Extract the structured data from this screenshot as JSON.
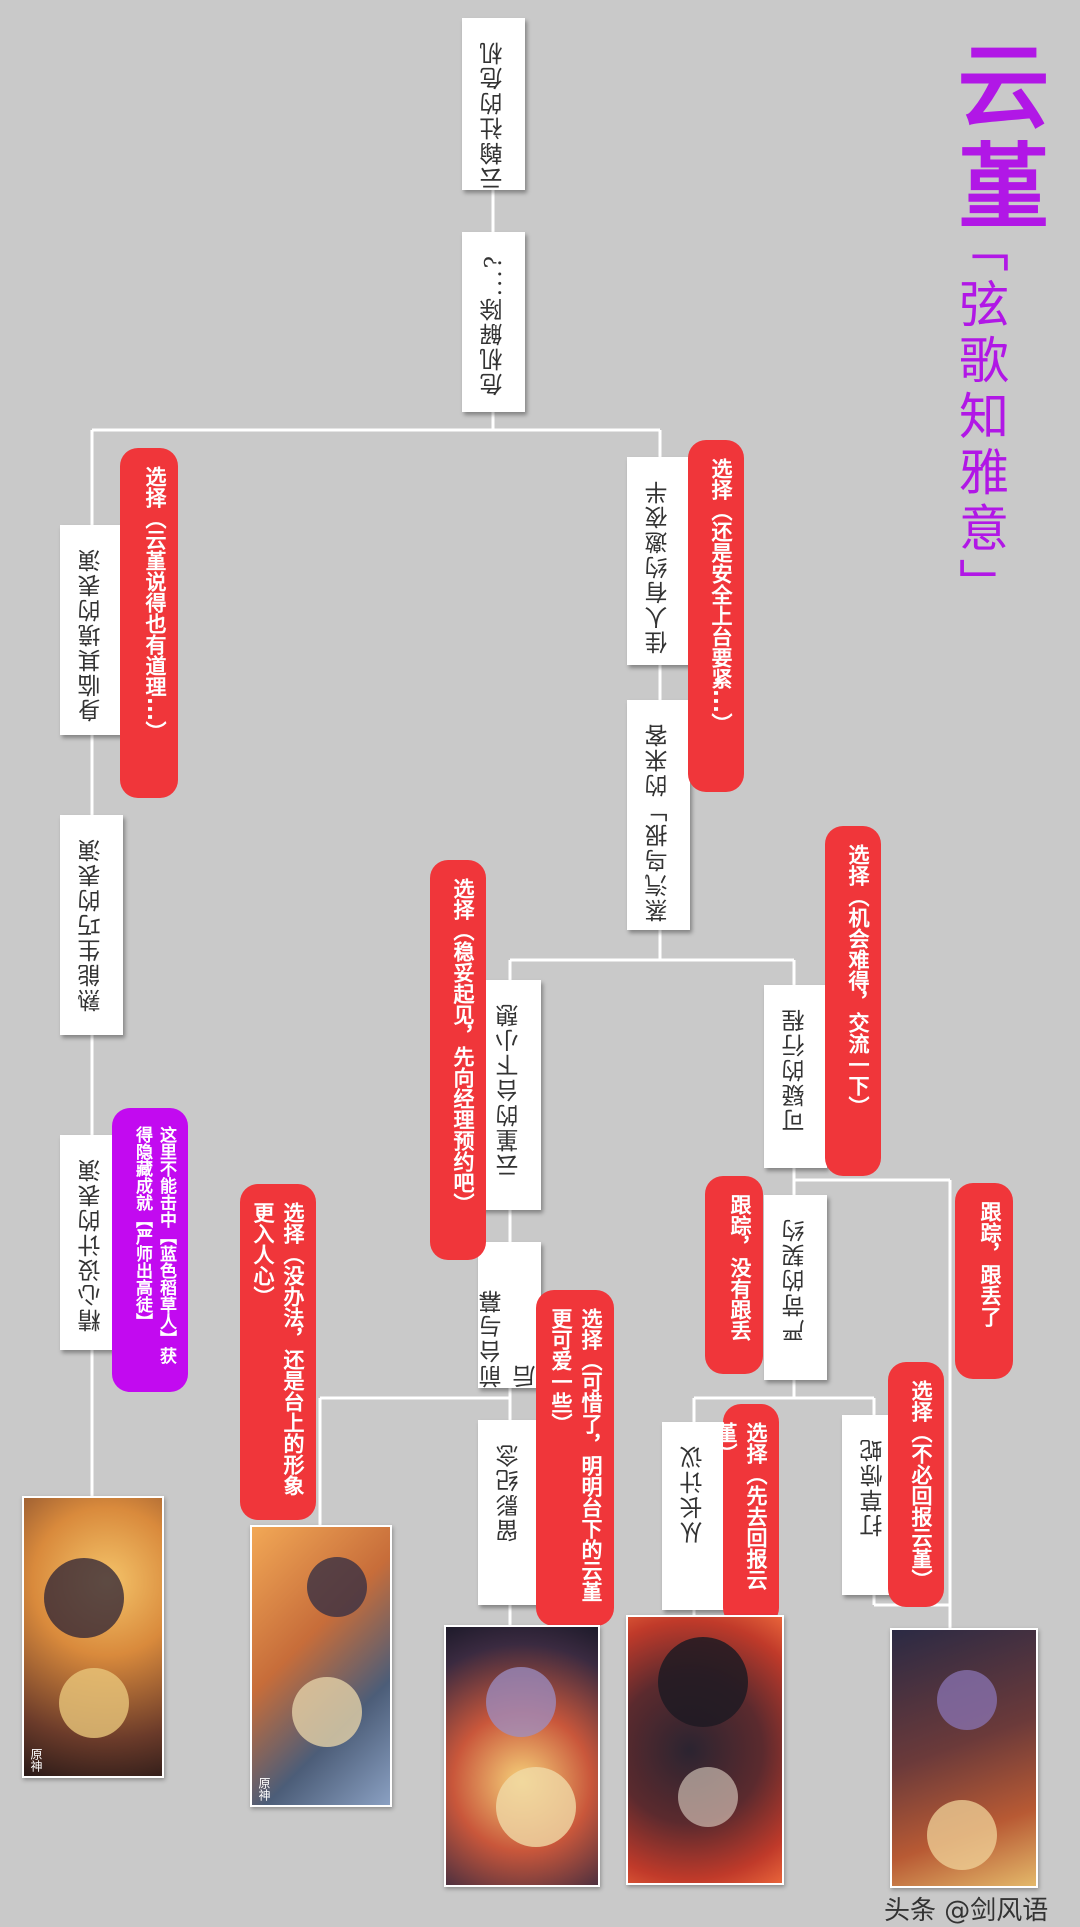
{
  "title": {
    "main": "云堇",
    "sub": "「弦歌知雅意」"
  },
  "nodes": {
    "n1": "云翰社的危机",
    "n2": "危机解除...?",
    "n3": "佳人有约邀夜半",
    "n4": "身临其境的表演",
    "n5": "蒸汽鸟报」的来客",
    "n6": "熟能生巧的表演",
    "n7": "可疑的行程",
    "n8": "云堇的台下小憩",
    "n9": "精心设计的表演",
    "n10": "严苛的契约",
    "n11": "前台与幕后",
    "n12": "从长计议",
    "n13": "打草惊蛇",
    "n14": "留影纪念"
  },
  "choices": {
    "c1": "选择（还是安全上台要紧...）",
    "c2": "选择（云堇说得也有道理...）",
    "c3": "选择（机会难得，交流一下）",
    "c4": "选择（稳妥起见，先向经理预约吧）",
    "c5": "跟踪，跟丢了",
    "c6": "跟踪，没有跟丢",
    "c7": "选择（不必回报云堇）",
    "c8": "选择（先去回报云堇）",
    "c9": "选择（可惜了，明明台下的云堇更可爱一些）",
    "c10": "选择（没办法，还是台上的形象更入人心）",
    "c11": "这里不能击中【蓝色稻草人】获得隐藏成就【严师出高徒】"
  },
  "images": {
    "img1_mark": "原神",
    "img2_mark": "原神"
  },
  "watermark": "头条 @剑风语",
  "colors": {
    "background": "#c9c9c9",
    "choice_red": "#f0363a",
    "achievement_purple": "#c20af0",
    "title_purple": "#b117e6"
  }
}
